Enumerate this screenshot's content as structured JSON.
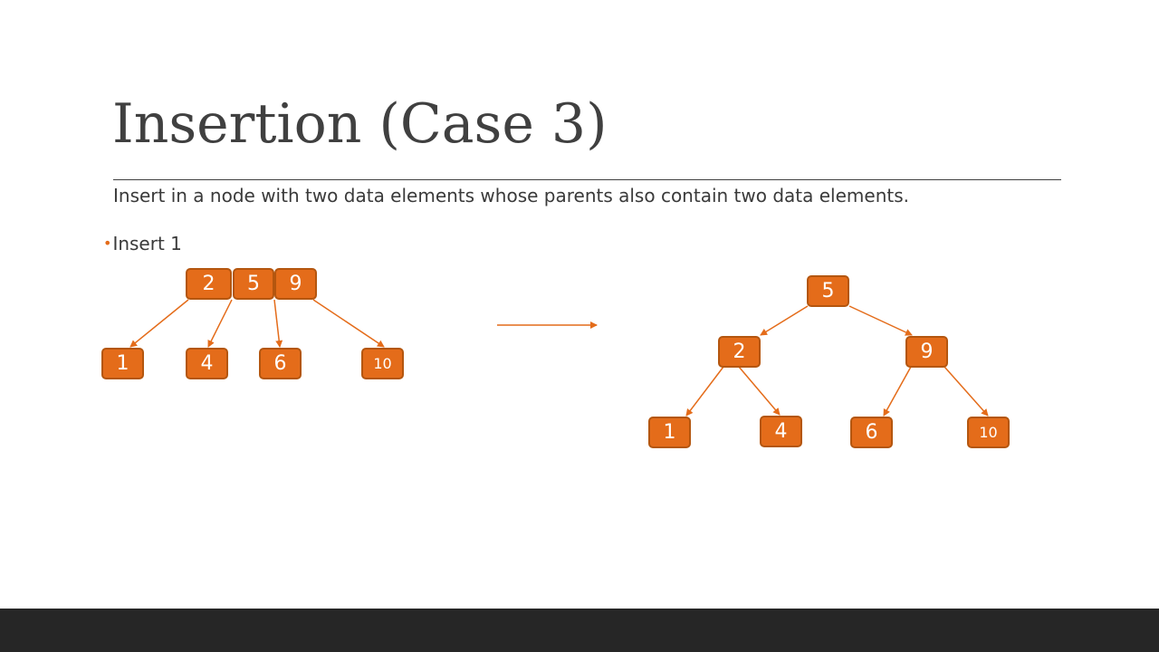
{
  "slide": {
    "title": "Insertion (Case 3)",
    "subtitle": "Insert in a node with two data elements whose parents also contain two data elements.",
    "bullet": "Insert 1",
    "bullet_marker": "•"
  },
  "colors": {
    "node_fill": "#e46c1a",
    "node_border": "#b4560f",
    "edge": "#e46c1a",
    "text": "#404040",
    "footer": "#262626"
  },
  "before_tree": {
    "root_keys": [
      "2",
      "5",
      "9"
    ],
    "children": [
      "1",
      "4",
      "6",
      "10"
    ]
  },
  "transform_arrow": "right-arrow",
  "after_tree": {
    "root": "5",
    "level1": [
      "2",
      "9"
    ],
    "leaves": [
      "1",
      "4",
      "6",
      "10"
    ]
  }
}
